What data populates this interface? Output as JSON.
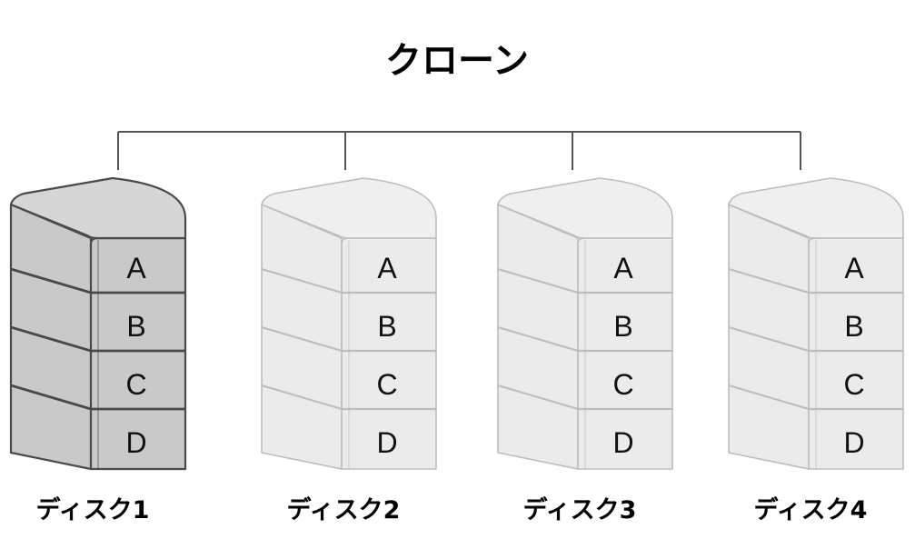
{
  "title": "クローン",
  "segments": [
    "A",
    "B",
    "C",
    "D"
  ],
  "disks": [
    {
      "label": "ディスク1",
      "state": "source"
    },
    {
      "label": "ディスク2",
      "state": "clone"
    },
    {
      "label": "ディスク3",
      "state": "clone"
    },
    {
      "label": "ディスク4",
      "state": "clone"
    }
  ],
  "colors": {
    "source_face": "#c9c9c9",
    "source_top": "#d6d6d6",
    "source_stroke": "#4a4a4a",
    "clone_face": "#ebebeb",
    "clone_top": "#efefef",
    "clone_stroke": "#bdbdbd",
    "connector": "#555555"
  }
}
